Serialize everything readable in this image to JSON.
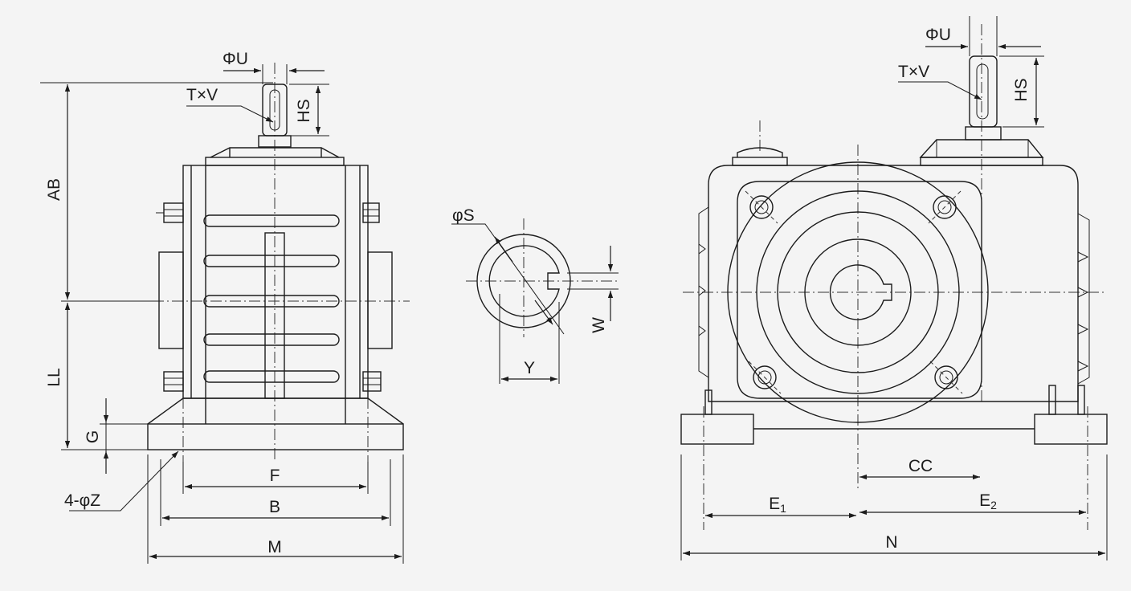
{
  "labels": {
    "front_phi_u": "ΦU",
    "front_t_x_v": "T×V",
    "front_hs": "HS",
    "ab": "AB",
    "ll": "LL",
    "g": "G",
    "z": "4-φZ",
    "f": "F",
    "b": "B",
    "m": "M",
    "phi_s": "φS",
    "w": "W",
    "y": "Y",
    "side_phi_u": "ΦU",
    "side_t_x_v": "T×V",
    "side_hs": "HS",
    "cc": "CC",
    "e1": "E",
    "e1_sub": "1",
    "e2": "E",
    "e2_sub": "2",
    "n": "N"
  },
  "colors": {
    "line": "#1c1c1c",
    "background": "#f4f4f4"
  }
}
